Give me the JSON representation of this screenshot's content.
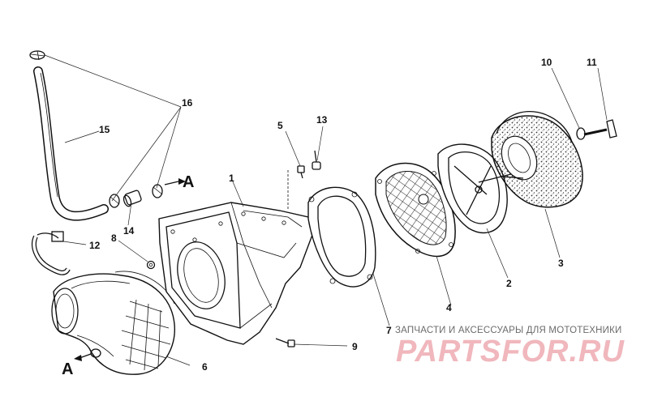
{
  "callouts": {
    "c1": "1",
    "c2": "2",
    "c3": "3",
    "c4": "4",
    "c5": "5",
    "c6": "6",
    "c7": "7",
    "c8": "8",
    "c9": "9",
    "c10": "10",
    "c11": "11",
    "c12": "12",
    "c13": "13",
    "c14": "14",
    "c15": "15",
    "c16": "16"
  },
  "arrows": {
    "a_right": "A",
    "a_left": "A"
  },
  "watermark": {
    "caption": "ЗАПЧАСТИ И АКСЕССУАРЫ ДЛЯ МОТОТЕХНИКИ",
    "brand": "PARTSFOR.RU"
  }
}
